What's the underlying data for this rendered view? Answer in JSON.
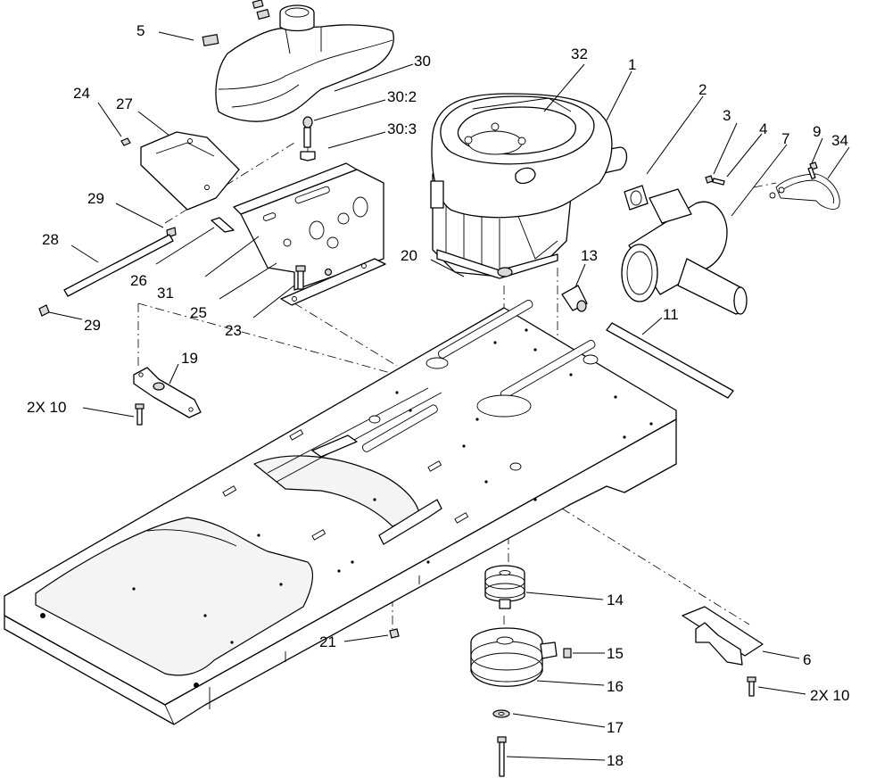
{
  "callouts": {
    "c5": "5",
    "c30": "30",
    "c30_2": "30:2",
    "c30_3": "30:3",
    "c24": "24",
    "c27": "27",
    "c32": "32",
    "c1": "1",
    "c2": "2",
    "c3": "3",
    "c4": "4",
    "c7": "7",
    "c9": "9",
    "c34": "34",
    "c29a": "29",
    "c28": "28",
    "c26": "26",
    "c31": "31",
    "c25": "25",
    "c29b": "29",
    "c20": "20",
    "c13": "13",
    "c23": "23",
    "c11": "11",
    "c19": "19",
    "c2x10a": "2X 10",
    "c14": "14",
    "c15": "15",
    "c16": "16",
    "c17": "17",
    "c18": "18",
    "c21": "21",
    "c6": "6",
    "c2x10b": "2X 10"
  }
}
